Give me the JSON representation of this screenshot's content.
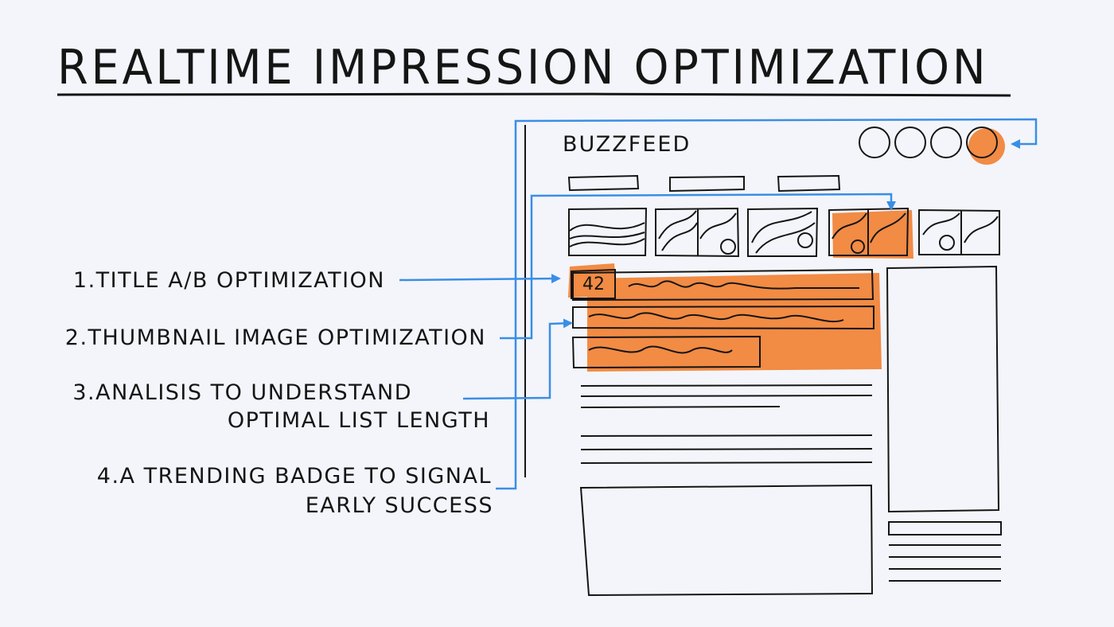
{
  "title": "REALTIME IMPRESSION OPTIMIZATION",
  "mockup": {
    "brand": "BUZZFEED",
    "badge_number": "42"
  },
  "annotations": {
    "title_ab": "1.TITLE A/B OPTIMIZATION",
    "thumbnail": "2.THUMBNAIL IMAGE OPTIMIZATION",
    "analysis_line1": "3.ANALISIS TO UNDERSTAND",
    "analysis_line2": "OPTIMAL LIST LENGTH",
    "trending_line1": "4.A TRENDING BADGE TO SIGNAL",
    "trending_line2": "EARLY SUCCESS"
  },
  "colors": {
    "accent_orange": "#f28b44",
    "arrow_blue": "#3a8ee6",
    "ink": "#151515",
    "background": "#f3f5fa"
  }
}
